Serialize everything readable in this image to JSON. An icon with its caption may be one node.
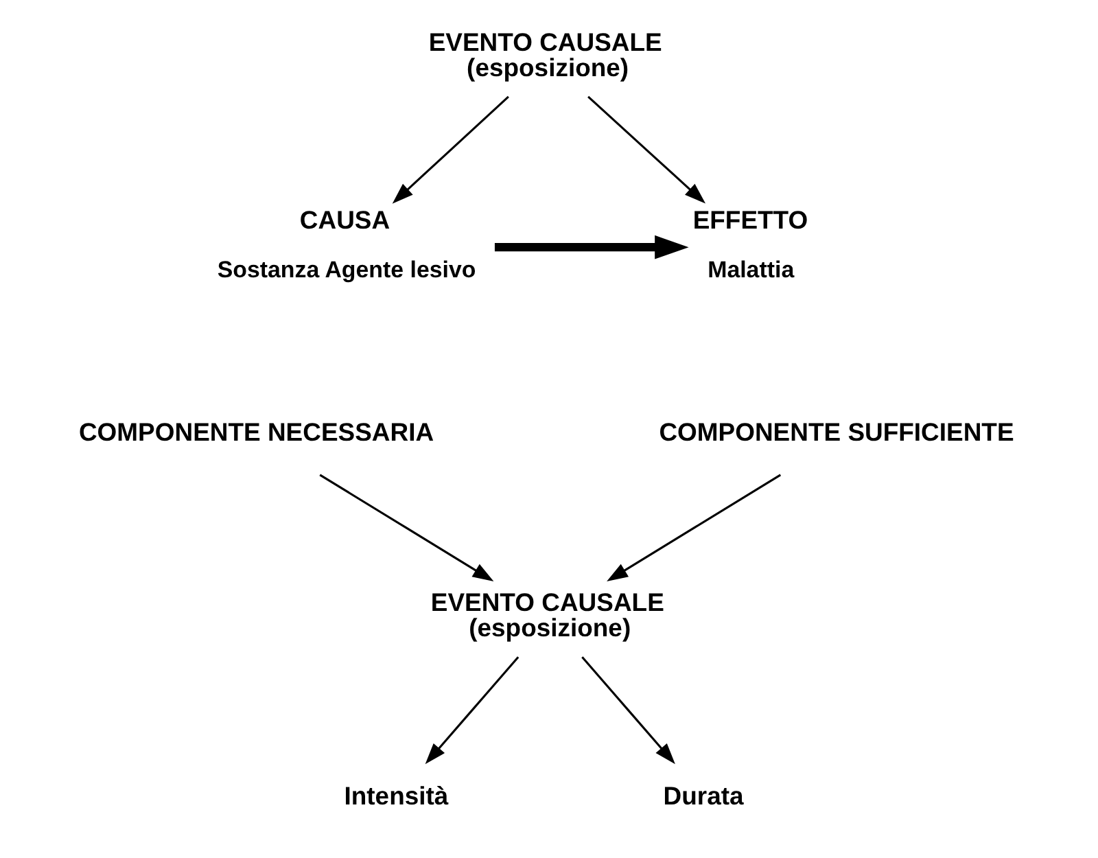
{
  "diagram": {
    "nodes": [
      {
        "text": [
          "EVENTO CAUSALE",
          "(esposizione)"
        ]
      },
      {
        "text": [
          "CAUSA"
        ],
        "beside": [
          "Sostanza Agente lesivo"
        ]
      },
      {
        "text": [
          "EFFETTO"
        ],
        "beside": [
          "Malattia"
        ]
      },
      {
        "text": [
          "COMPONENTE NECESSARIA"
        ]
      },
      {
        "text": [
          "COMPONENTE SUFFICIENTE"
        ]
      },
      {
        "text": [
          "EVENTO CAUSALE",
          "(esposizione)"
        ]
      },
      {
        "text": [
          "Intensità"
        ]
      },
      {
        "text": [
          "Durata"
        ]
      }
    ],
    "edges": [
      {
        "from": 0,
        "to": 1,
        "arrow": "to"
      },
      {
        "from": 0,
        "to": 2,
        "arrow": "to"
      },
      {
        "from": 1,
        "to": 2,
        "arrow": "to",
        "style": "thick"
      },
      {
        "from": 3,
        "to": 5,
        "arrow": "to"
      },
      {
        "from": 4,
        "to": 5,
        "arrow": "to"
      },
      {
        "from": 5,
        "to": 6,
        "arrow": "to"
      },
      {
        "from": 5,
        "to": 7,
        "arrow": "to"
      }
    ]
  }
}
